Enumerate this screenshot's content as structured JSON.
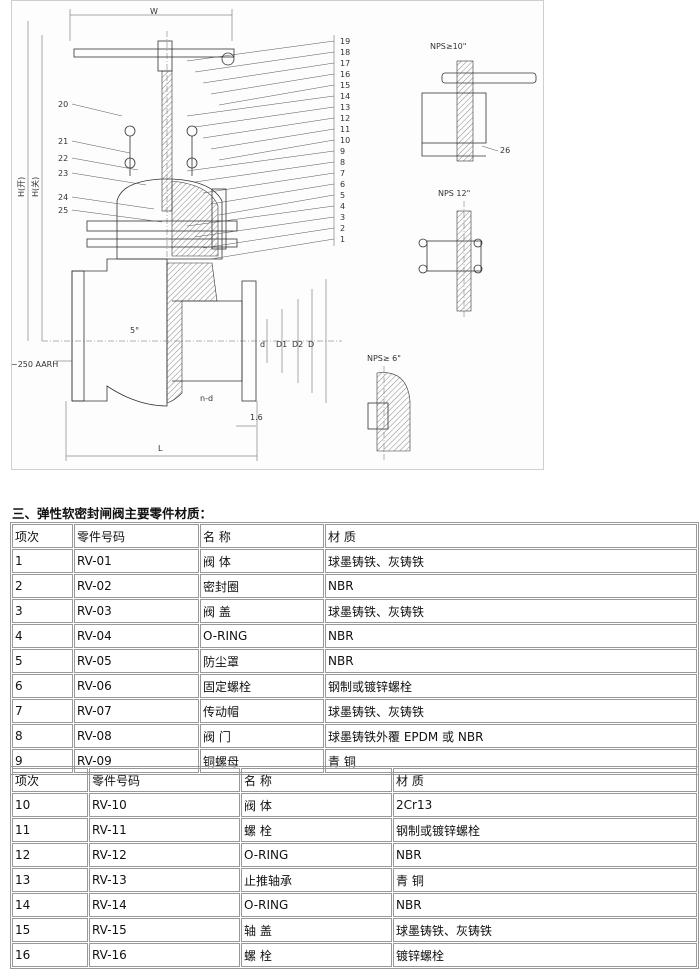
{
  "drawing": {
    "dims": {
      "w": "W",
      "h_open": "H(开)",
      "h_closed": "H(关)",
      "l": "L",
      "d": "d",
      "d1": "D1",
      "d2": "D2",
      "d_outer": "D",
      "n_d": "n-d",
      "flange_thk": "1.6",
      "angle": "5°",
      "flange_std": "~250 AARH"
    },
    "callouts_right": [
      "19",
      "18",
      "17",
      "16",
      "15",
      "14",
      "13",
      "12",
      "11",
      "10",
      "9",
      "8",
      "7",
      "6",
      "5",
      "4",
      "3",
      "2",
      "1"
    ],
    "callouts_left": [
      "20",
      "21",
      "22",
      "23",
      "24",
      "25"
    ],
    "callout_26": "26",
    "details": {
      "nps10": "NPS≥10\"",
      "nps12": "NPS 12\"",
      "nps6": "NPS≥ 6\""
    }
  },
  "section_title": "三、弹性软密封闸阀主要零件材质：",
  "table1": {
    "headers": [
      "项次",
      "零件号码",
      "名 称",
      "材 质"
    ],
    "rows": [
      [
        "1",
        "RV-01",
        "阀 体",
        "球墨铸铁、灰铸铁"
      ],
      [
        "2",
        "RV-02",
        "密封圈",
        "NBR"
      ],
      [
        "3",
        "RV-03",
        "阀 盖",
        "球墨铸铁、灰铸铁"
      ],
      [
        "4",
        "RV-04",
        "O-RING",
        "NBR"
      ],
      [
        "5",
        "RV-05",
        "防尘罩",
        "NBR"
      ],
      [
        "6",
        "RV-06",
        "固定螺栓",
        "钢制或镀锌螺栓"
      ],
      [
        "7",
        "RV-07",
        "传动帽",
        "球墨铸铁、灰铸铁"
      ],
      [
        "8",
        "RV-08",
        "阀 门",
        "球墨铸铁外覆 EPDM 或 NBR"
      ],
      [
        "9",
        "RV-09",
        "铜螺母",
        "青 铜"
      ]
    ]
  },
  "table2": {
    "headers": [
      "项次",
      "零件号码",
      "名 称",
      "材 质"
    ],
    "rows": [
      [
        "10",
        "RV-10",
        "阀 体",
        "2Cr13"
      ],
      [
        "11",
        "RV-11",
        "螺 栓",
        "钢制或镀锌螺栓"
      ],
      [
        "12",
        "RV-12",
        "O-RING",
        "NBR"
      ],
      [
        "13",
        "RV-13",
        "止推轴承",
        "青 铜"
      ],
      [
        "14",
        "RV-14",
        "O-RING",
        "NBR"
      ],
      [
        "15",
        "RV-15",
        "轴 盖",
        "球墨铸铁、灰铸铁"
      ],
      [
        "16",
        "RV-16",
        "螺 栓",
        "镀锌螺栓"
      ]
    ]
  }
}
